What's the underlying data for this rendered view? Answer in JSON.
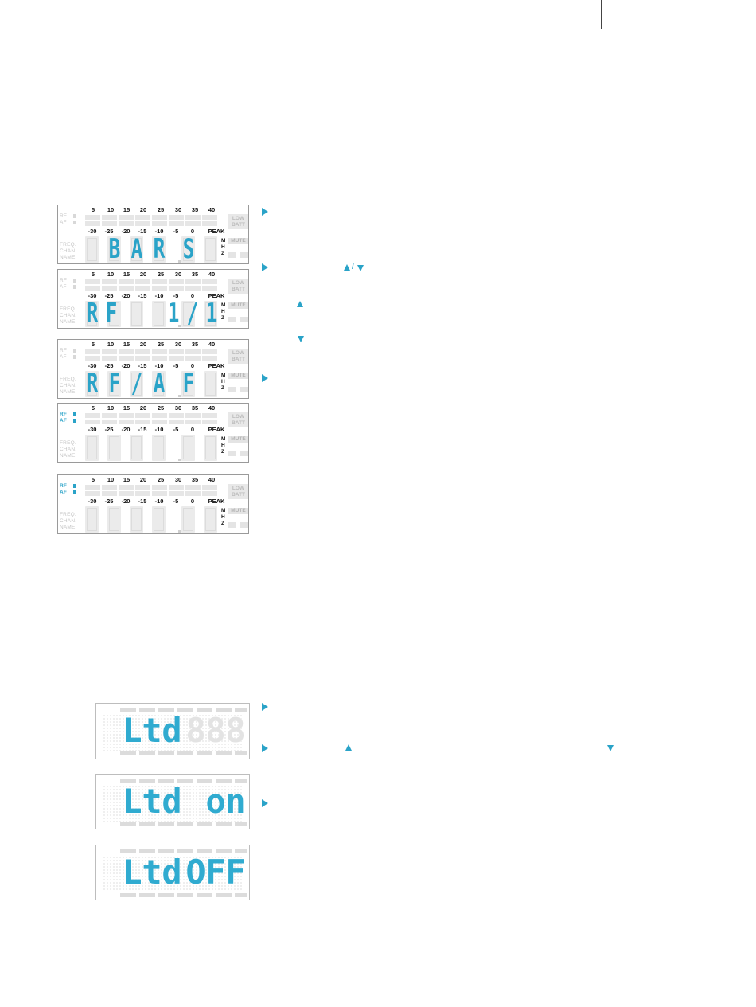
{
  "scale_top": [
    "5",
    "10",
    "15",
    "20",
    "25",
    "30",
    "35",
    "40"
  ],
  "scale_bottom": [
    "-30",
    "-25",
    "-20",
    "-15",
    "-10",
    "-5",
    "0",
    "PEAK"
  ],
  "labels": {
    "rf": "RF",
    "af": "AF",
    "freq": "FREQ.",
    "chan": "CHAN.",
    "name": "NAME",
    "low": "LOW",
    "batt": "BATT",
    "mute": "MUTE",
    "m": "M",
    "h": "H",
    "z": "Z"
  },
  "displays": [
    {
      "chars": [
        "",
        "B",
        "A",
        "R",
        "S",
        ""
      ]
    },
    {
      "chars": [
        "R",
        "F",
        "",
        "",
        "1",
        "/",
        "1"
      ]
    },
    {
      "chars": [
        "R",
        "F",
        "/",
        "A",
        "F",
        ""
      ]
    },
    {
      "chars": [
        "",
        "",
        "",
        "",
        "",
        ""
      ]
    },
    {
      "chars": [
        "",
        "",
        "",
        "",
        "",
        ""
      ]
    }
  ],
  "ltd_displays": [
    {
      "text": [
        "L",
        "t",
        "d"
      ],
      "rest": [
        "8",
        "8",
        "8"
      ]
    },
    {
      "text": [
        "L",
        "t",
        "d"
      ],
      "rest": [
        "",
        "o",
        "n"
      ]
    },
    {
      "text": [
        "L",
        "t",
        "d"
      ],
      "rest": [
        "O",
        "F",
        "F"
      ]
    }
  ],
  "colors": {
    "accent": "#2aa3c8",
    "segment_off": "#ebebeb",
    "label_off": "#c4c4c4"
  },
  "icons": {
    "arrow": "right-triangle-marker",
    "up": "up-triangle",
    "down": "down-triangle"
  }
}
